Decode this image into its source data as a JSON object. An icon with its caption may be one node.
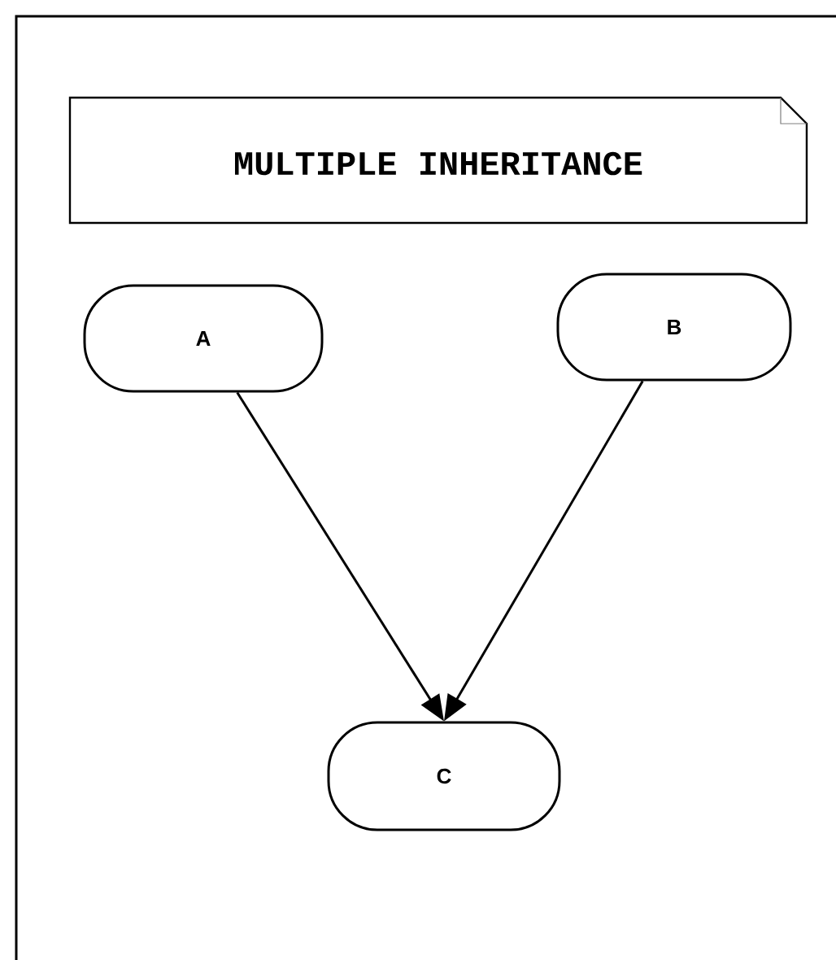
{
  "diagram": {
    "nodes": [
      {
        "text": [
          "MULTIPLE INHERITANCE"
        ]
      },
      {
        "text": [
          "A"
        ]
      },
      {
        "text": [
          "B"
        ]
      },
      {
        "text": [
          "C"
        ]
      }
    ],
    "edges": [
      {
        "from": 1,
        "to": 3,
        "arrow": "to"
      },
      {
        "from": 2,
        "to": 3,
        "arrow": "to"
      }
    ]
  }
}
